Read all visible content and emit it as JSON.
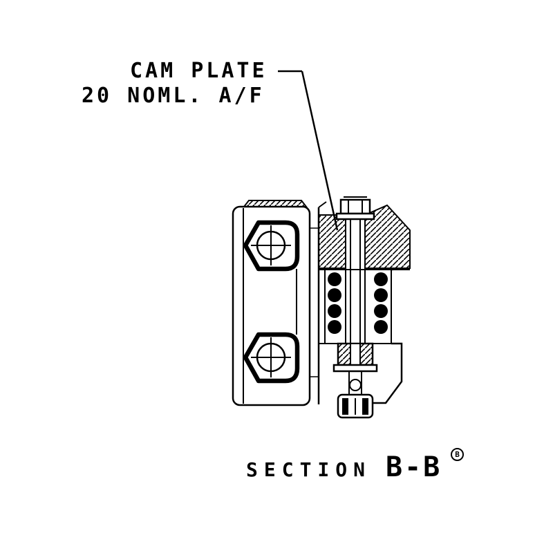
{
  "page": {
    "background": "#ffffff",
    "ink": "#000000"
  },
  "labels": {
    "cam_plate": "CAM PLATE",
    "dimension": "20 NOML. A/F"
  },
  "caption": {
    "section": "SECTION",
    "view_id": "B-B",
    "flag": "B"
  }
}
